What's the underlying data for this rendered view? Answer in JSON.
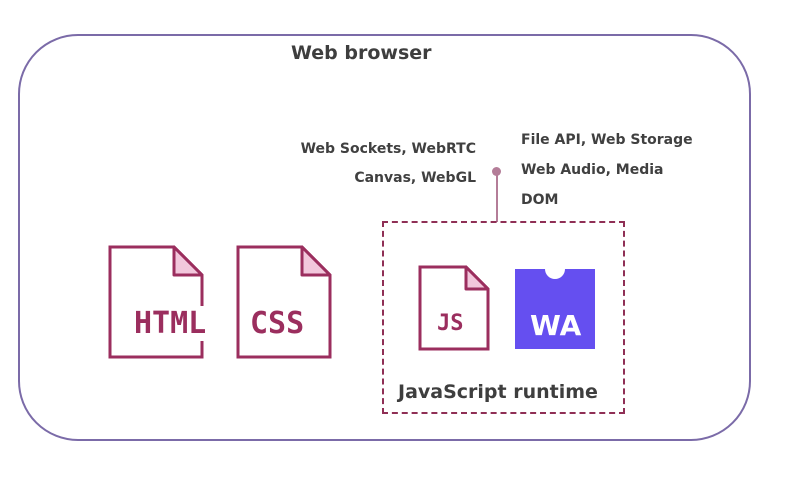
{
  "diagram": {
    "title": "Web browser",
    "apis_left": [
      "Web Sockets, WebRTC",
      "Canvas, WebGL"
    ],
    "apis_right": [
      "File API, Web Storage",
      "Web Audio, Media",
      "DOM"
    ],
    "runtime_label": "JavaScript runtime",
    "files": {
      "html": "HTML",
      "css": "CSS",
      "js": "JS",
      "wasm": "WA"
    },
    "colors": {
      "frame": "#7b6ba8",
      "file_outline": "#9b2e5e",
      "file_fold": "#f2c7dc",
      "runtime_border": "#8f2f55",
      "connector": "#b47d98",
      "wasm_bg": "#654ff0",
      "text": "#404040"
    },
    "icons": [
      "html-file-icon",
      "css-file-icon",
      "js-file-icon",
      "webassembly-icon"
    ]
  }
}
